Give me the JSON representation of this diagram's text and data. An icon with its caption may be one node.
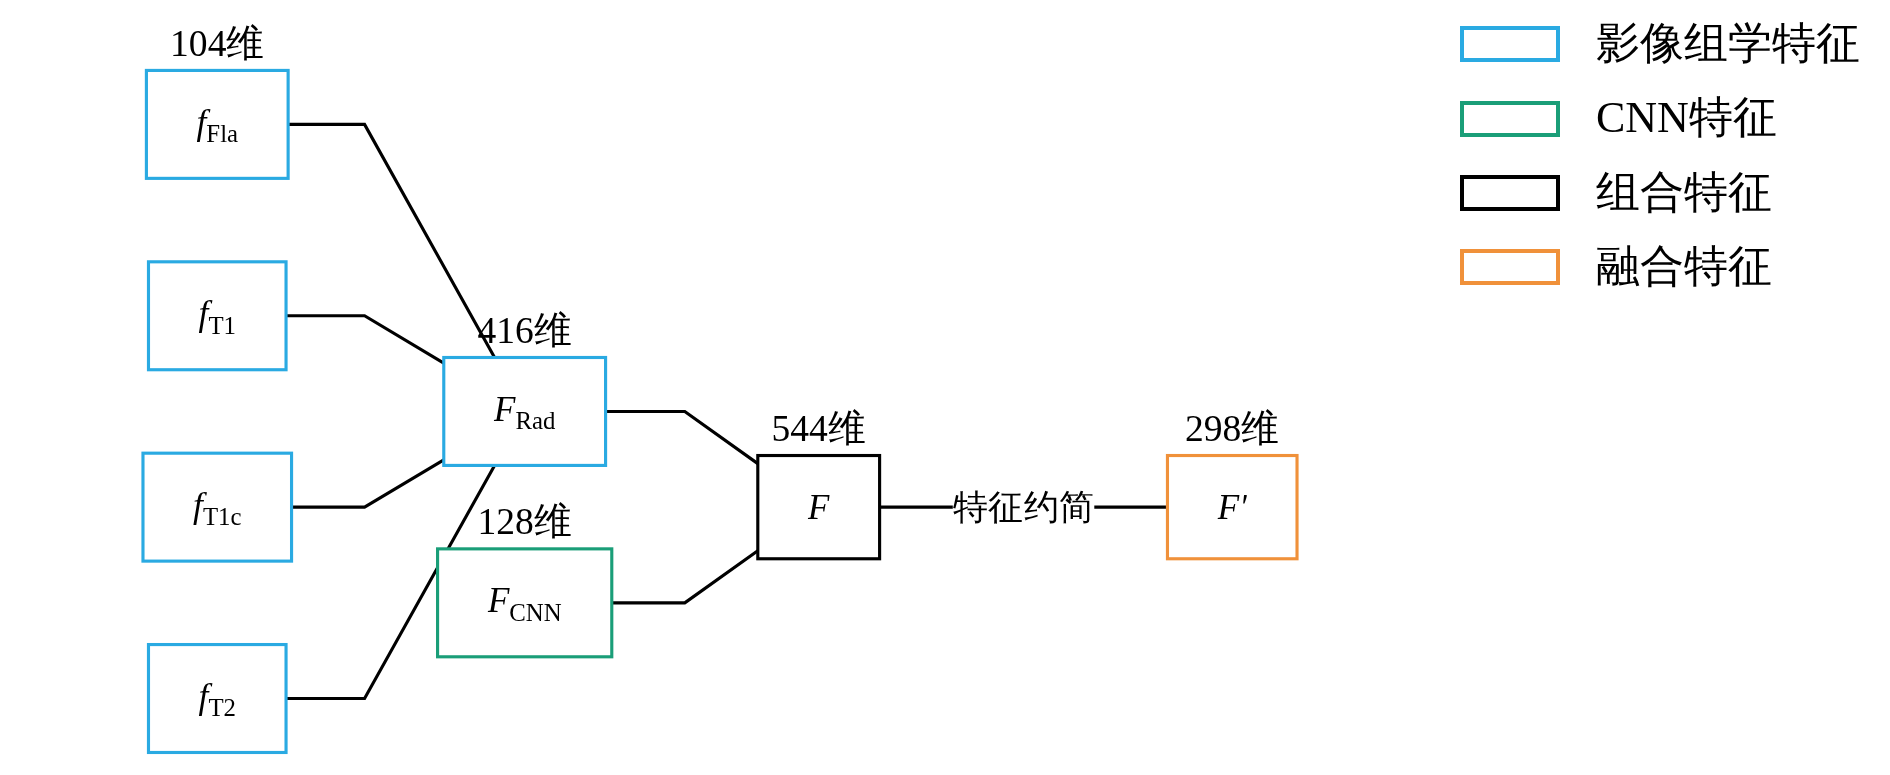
{
  "diagram": {
    "nodes": [
      {
        "text": [
          "f$_{Fla}$"
        ],
        "beside": [
          "104维"
        ]
      },
      {
        "text": [
          "f$_{T1}$"
        ]
      },
      {
        "text": [
          "f$_{T1c}$"
        ]
      },
      {
        "text": [
          "f$_{T2}$"
        ]
      },
      {
        "text": [
          "F$_{Rad}$"
        ],
        "beside": [
          "416维"
        ]
      },
      {
        "text": [
          "F$_{CNN}$"
        ],
        "beside": [
          "128维"
        ]
      },
      {
        "text": [
          "F"
        ],
        "beside": [
          "544维"
        ]
      },
      {
        "text": [
          "F′"
        ],
        "beside": [
          "298维"
        ]
      }
    ],
    "edges": [
      {
        "from": 0,
        "to": 4,
        "arrow": "none"
      },
      {
        "from": 1,
        "to": 4,
        "arrow": "none"
      },
      {
        "from": 2,
        "to": 4,
        "arrow": "none"
      },
      {
        "from": 3,
        "to": 4,
        "arrow": "none"
      },
      {
        "from": 4,
        "to": 6,
        "arrow": "none"
      },
      {
        "from": 5,
        "to": 6,
        "arrow": "none"
      },
      {
        "from": 6,
        "to": 7,
        "arrow": "none",
        "label": "特征约简"
      }
    ],
    "legend": [
      {
        "text": "影像组学特征",
        "color": "#2aaae2"
      },
      {
        "text": "CNN特征",
        "color": "#1a9e78"
      },
      {
        "text": "组合特征",
        "color": "#000000"
      },
      {
        "text": "融合特征",
        "color": "#f0913a"
      }
    ]
  }
}
